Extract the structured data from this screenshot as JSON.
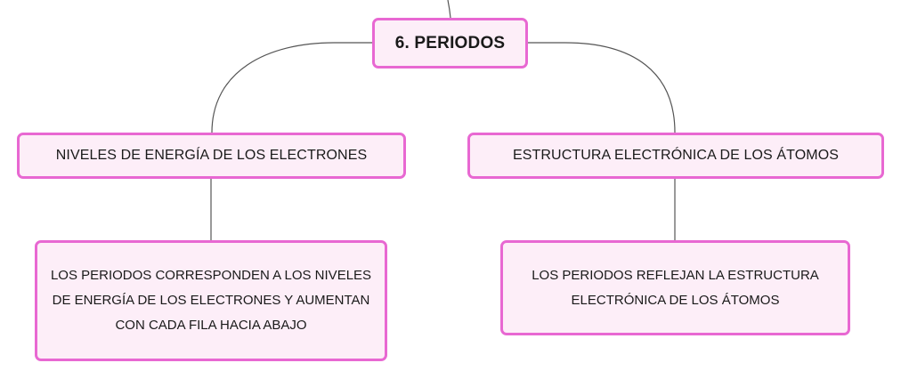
{
  "diagram": {
    "root": {
      "label": "6. PERIODOS"
    },
    "branches": [
      {
        "label": "NIVELES DE ENERGÍA DE LOS ELECTRONES",
        "detail": "LOS PERIODOS CORRESPONDEN A LOS NIVELES DE ENERGÍA DE LOS ELECTRONES Y AUMENTAN CON CADA FILA HACIA ABAJO"
      },
      {
        "label": "ESTRUCTURA ELECTRÓNICA DE LOS ÁTOMOS",
        "detail": "LOS PERIODOS REFLEJAN LA ESTRUCTURA ELECTRÓNICA DE LOS ÁTOMOS"
      }
    ],
    "colors": {
      "node_fill": "#fdeef8",
      "node_border": "#e868d2",
      "connector": "#555555"
    }
  }
}
